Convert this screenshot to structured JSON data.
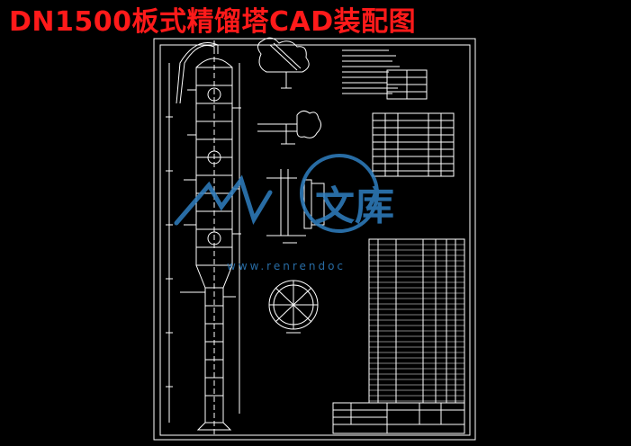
{
  "page": {
    "title": "DN1500板式精馏塔CAD装配图",
    "title_color": "#ff1a1a",
    "background": "#000000",
    "line_color": "#ffffff"
  },
  "watermark": {
    "brand_text": "文库",
    "url_text": "www.renrendoc",
    "color": "#2f7fc1"
  },
  "drawing": {
    "icons": [
      "tower-elevation",
      "nozzle-detail",
      "flange-detail",
      "tray-section",
      "technical-table",
      "parts-list",
      "title-block"
    ]
  }
}
